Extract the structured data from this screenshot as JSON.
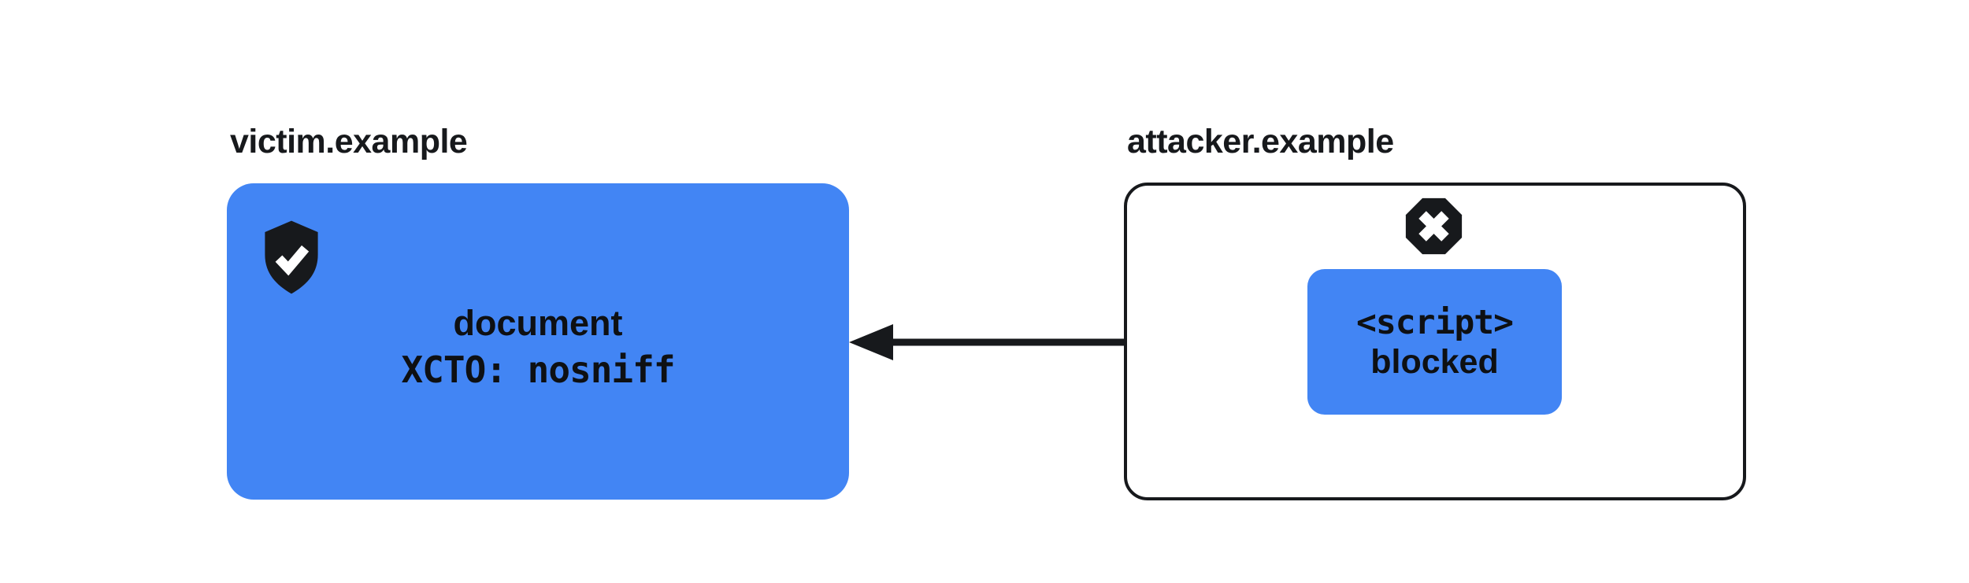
{
  "page": {
    "background": "#ffffff",
    "description": "Diagram: cross-origin script request from attacker.example to victim.example blocked by X-Content-Type-Options nosniff"
  },
  "colors": {
    "accent_blue": "#4285f4",
    "icon_dark": "#17191c",
    "label_text": "#17191c",
    "box_text": "#0e1013"
  },
  "victim": {
    "label": "victim.example",
    "icon": "shield-check",
    "line1": "document",
    "line2": "XCTO: nosniff"
  },
  "attacker": {
    "label": "attacker.example",
    "icon": "x-octagon",
    "script_line1": "<script>",
    "script_line2": "blocked"
  },
  "arrow": {
    "direction": "right-to-left",
    "from": "attacker.example script",
    "to": "victim.example document"
  }
}
